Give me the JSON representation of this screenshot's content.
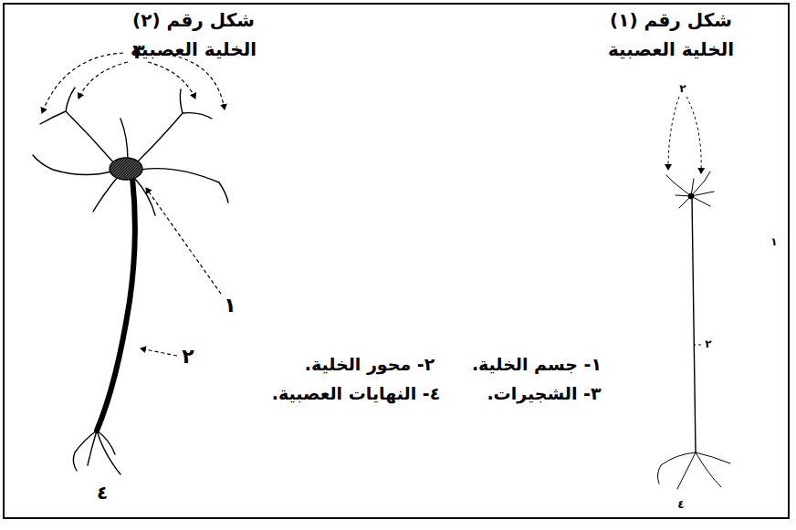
{
  "diagram": {
    "labels": [
      "شكل رقم (٢)",
      "الخلية العصبية",
      "شكل رقم (١)",
      "الخلية العصبية",
      "٣",
      "١",
      "٢",
      "٤",
      "٢- محور الخلية.",
      "٤- النهايات العصبية.",
      "١- جسم الخلية.",
      "٣- الشجيرات.",
      "٢",
      "٢",
      "١",
      "٤"
    ]
  }
}
